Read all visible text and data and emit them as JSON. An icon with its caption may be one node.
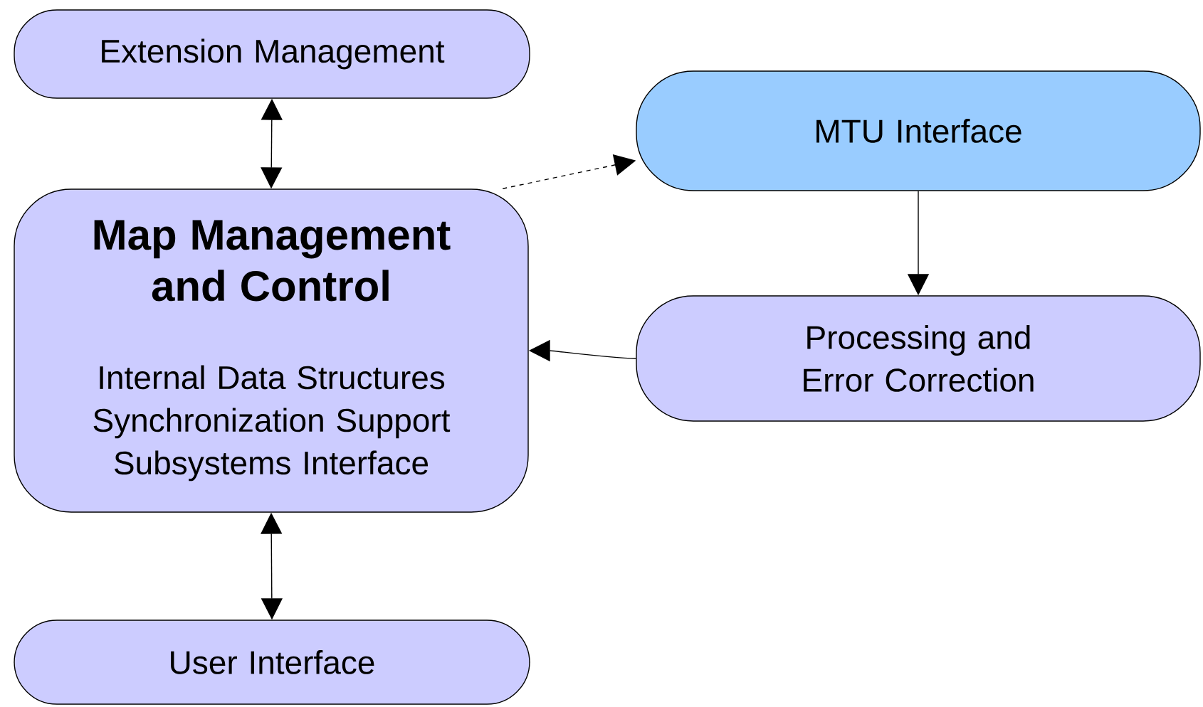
{
  "diagram": {
    "nodes": [
      {
        "text": [
          "Extension Management"
        ]
      },
      {
        "text": [
          "Map Management and Control",
          "Internal Data Structures Synchronization Support Subsystems Interface"
        ]
      },
      {
        "text": [
          "MTU Interface"
        ]
      },
      {
        "text": [
          "Processing and Error Correction"
        ]
      },
      {
        "text": [
          "User Interface"
        ]
      }
    ],
    "edges": [
      {
        "from": 0,
        "to": 1,
        "arrow": "both"
      },
      {
        "from": 1,
        "to": 2,
        "arrow": "to",
        "style": "dashed"
      },
      {
        "from": 2,
        "to": 3,
        "arrow": "to"
      },
      {
        "from": 3,
        "to": 1,
        "arrow": "to"
      },
      {
        "from": 1,
        "to": 4,
        "arrow": "both"
      }
    ]
  }
}
